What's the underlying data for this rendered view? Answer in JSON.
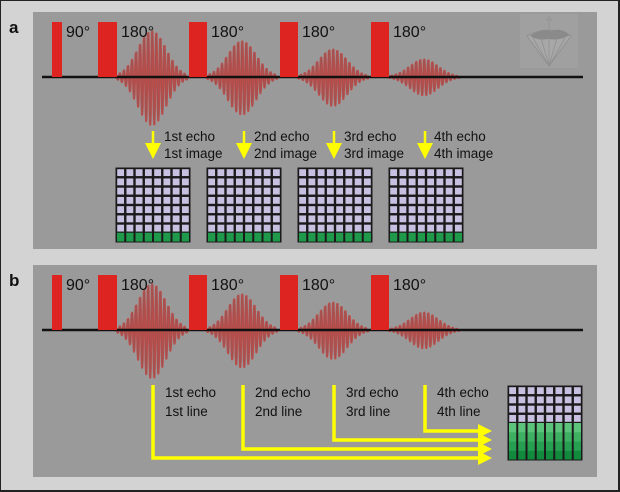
{
  "figure": {
    "panels": [
      {
        "id": "a",
        "label": "a",
        "pulses": [
          {
            "label": "90°"
          },
          {
            "label": "180°"
          },
          {
            "label": "180°"
          },
          {
            "label": "180°"
          },
          {
            "label": "180°"
          }
        ],
        "echo_amplitudes": [
          1.0,
          0.78,
          0.6,
          0.38
        ],
        "annotations": [
          {
            "line1": "1st echo",
            "line2": "1st image"
          },
          {
            "line1": "2nd echo",
            "line2": "2nd image"
          },
          {
            "line1": "3rd echo",
            "line2": "3rd image"
          },
          {
            "line1": "4th echo",
            "line2": "4th image"
          }
        ],
        "kspace_grid": {
          "columns": 8,
          "lavender_rows": 7,
          "green_rows": 1
        },
        "logo_icon": "diamond-globe-logo"
      },
      {
        "id": "b",
        "label": "b",
        "pulses": [
          {
            "label": "90°"
          },
          {
            "label": "180°"
          },
          {
            "label": "180°"
          },
          {
            "label": "180°"
          },
          {
            "label": "180°"
          }
        ],
        "echo_amplitudes": [
          1.0,
          0.78,
          0.6,
          0.38
        ],
        "annotations": [
          {
            "line1": "1st echo",
            "line2": "1st line"
          },
          {
            "line1": "2nd echo",
            "line2": "2nd line"
          },
          {
            "line1": "3rd echo",
            "line2": "3rd line"
          },
          {
            "line1": "4th echo",
            "line2": "4th line"
          }
        ],
        "kspace_grid": {
          "columns": 8,
          "lavender_rows": 4,
          "green_rows": 4
        }
      }
    ],
    "colors": {
      "pulse": "#dd2420",
      "echo": "#c8413e",
      "arrow": "#ffff00",
      "kspace_lavender": "#c8c0e0",
      "kspace_green": "#1e9a4a",
      "panel_bg": "#9a9a9a",
      "frame_bg": "#d3d3d3"
    }
  }
}
